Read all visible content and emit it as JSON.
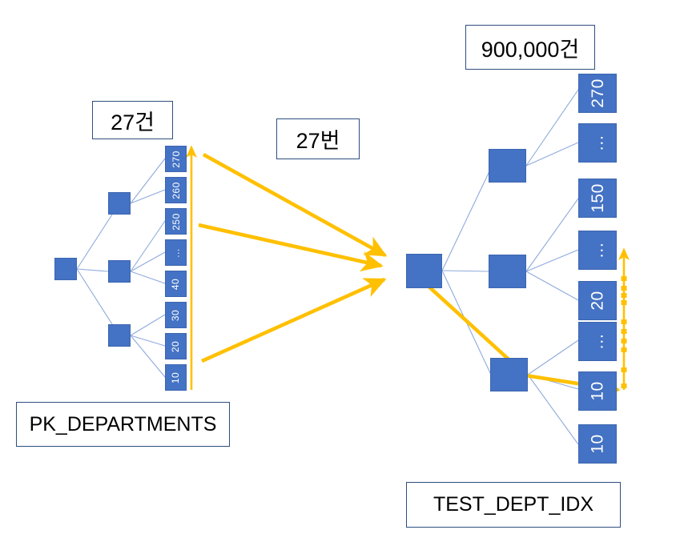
{
  "diagram": {
    "title_left": "PK_DEPARTMENTS",
    "title_right": "TEST_DEPT_IDX",
    "badge_left": "27건",
    "badge_middle": "27번",
    "badge_right": "900,000건",
    "colors": {
      "node_fill": "#4472C4",
      "node_stroke": "#3c66b0",
      "link": "#8FAADC",
      "arrow": "#FFC000",
      "caption_border": "#2E4E80",
      "background": "#FFFFFF"
    },
    "left_tree": {
      "root": "",
      "branches": [
        "",
        "",
        ""
      ],
      "leaves": [
        "270",
        "260",
        "250",
        "…",
        "40",
        "30",
        "20",
        "10"
      ],
      "scan_direction": "up"
    },
    "right_tree": {
      "root": "",
      "branches": [
        "",
        "",
        ""
      ],
      "leaves": [
        "270",
        "…",
        "150",
        "…",
        "20",
        "…",
        "10",
        "10"
      ],
      "scan_direction": "up"
    },
    "arrows": {
      "cross_probe_count": 3,
      "cross_probe_label": "27번",
      "inner_traverse": "root-to-leaf-10"
    }
  }
}
